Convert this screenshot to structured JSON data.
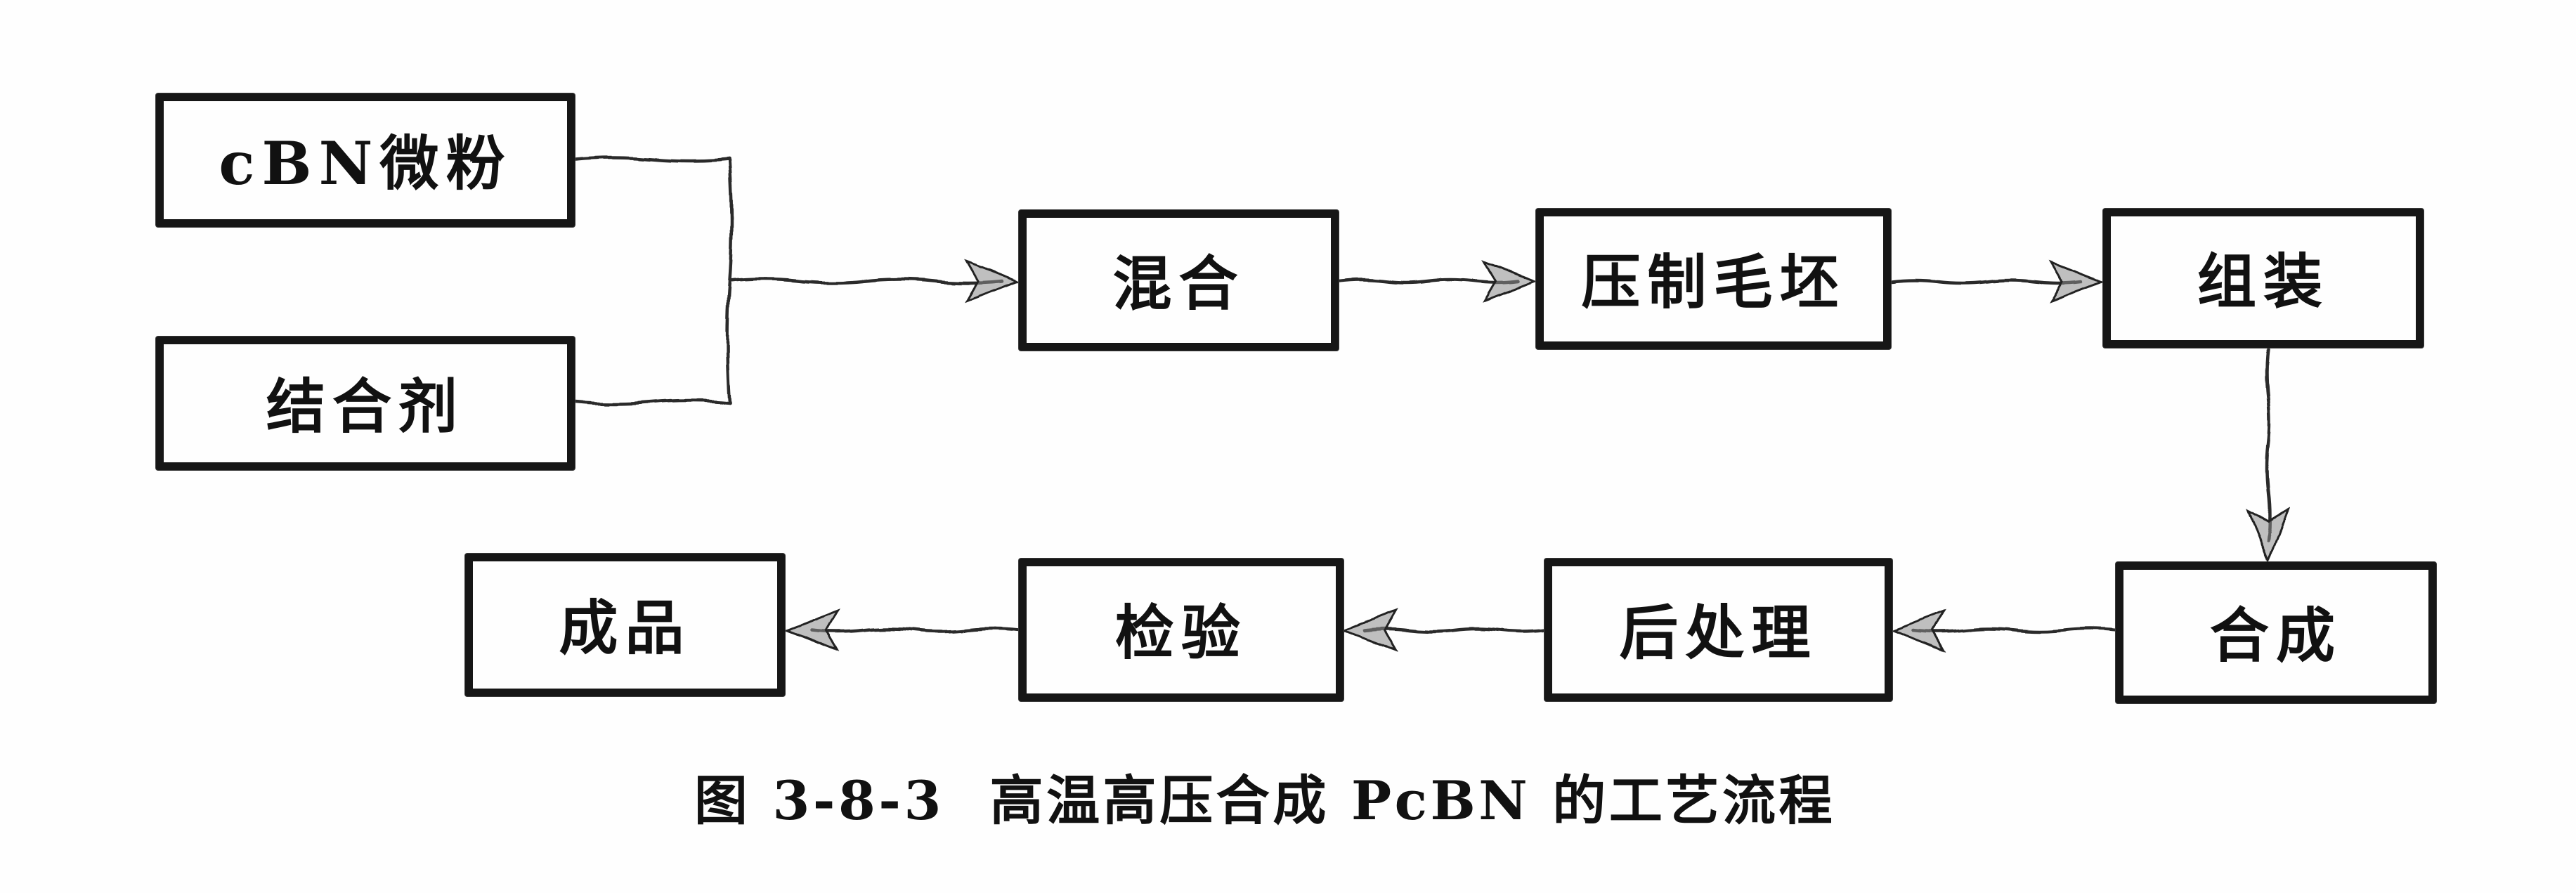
{
  "figure": {
    "caption": {
      "prefix": "图 3-8-3",
      "title": "高温高压合成 PcBN 的工艺流程"
    }
  },
  "colors": {
    "background": "#fefefe",
    "ink": "#161616",
    "connector": "#2a2a2a"
  },
  "nodes": {
    "cbn_powder": {
      "label": "cBN微粉"
    },
    "binder": {
      "label": "结合剂"
    },
    "mixing": {
      "label": "混合"
    },
    "press_blank": {
      "label": "压制毛坯"
    },
    "assembly": {
      "label": "组装"
    },
    "synthesis": {
      "label": "合成"
    },
    "post_processing": {
      "label": "后处理"
    },
    "inspection": {
      "label": "检验"
    },
    "finished_product": {
      "label": "成品"
    }
  },
  "edges": [
    {
      "from": "cBN微粉",
      "to": "混合"
    },
    {
      "from": "结合剂",
      "to": "混合"
    },
    {
      "from": "混合",
      "to": "压制毛坯"
    },
    {
      "from": "压制毛坯",
      "to": "组装"
    },
    {
      "from": "组装",
      "to": "合成"
    },
    {
      "from": "合成",
      "to": "后处理"
    },
    {
      "from": "后处理",
      "to": "检验"
    },
    {
      "from": "检验",
      "to": "成品"
    }
  ]
}
